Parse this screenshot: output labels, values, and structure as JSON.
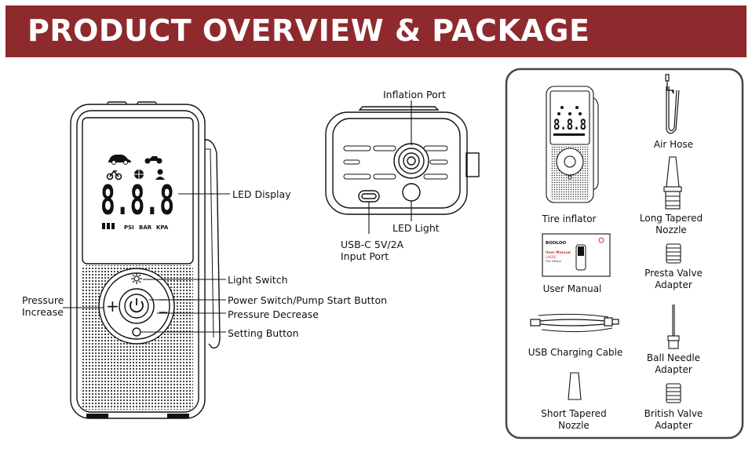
{
  "title": "PRODUCT OVERVIEW & PACKAGE",
  "colors": {
    "banner": "#8e2a2e",
    "line": "#111111",
    "panel_border": "#444444"
  },
  "device": {
    "display_digits": "8.8.8",
    "units": [
      "PSI",
      "BAR",
      "KPA"
    ],
    "plus_sign": "+",
    "callouts": {
      "led_display": "LED Display",
      "light_switch": "Light Switch",
      "power_switch": "Power Switch/Pump Start Button",
      "pressure_decrease": "Pressure Decrease",
      "setting_button": "Setting Button",
      "pressure_increase": "Pressure\nIncrease"
    }
  },
  "top_view": {
    "callouts": {
      "inflation_port": "Inflation Port",
      "led_light": "LED Light",
      "usb_c": "USB-C 5V/2A\nInput Port"
    }
  },
  "package": {
    "items": [
      {
        "id": "tire-inflator",
        "label": "Tire inflator"
      },
      {
        "id": "air-hose",
        "label": "Air Hose"
      },
      {
        "id": "long-tapered-nozzle",
        "label": "Long Tapered\nNozzle"
      },
      {
        "id": "user-manual",
        "label": "User Manual"
      },
      {
        "id": "presta-valve-adapter",
        "label": "Presta Valve\nAdapter"
      },
      {
        "id": "usb-charging-cable",
        "label": "USB Charging Cable"
      },
      {
        "id": "ball-needle-adapter",
        "label": "Ball Needle\nAdapter"
      },
      {
        "id": "short-tapered-nozzle",
        "label": "Short Tapered\nNozzle"
      },
      {
        "id": "british-valve-adapter",
        "label": "British Valve\nAdapter"
      }
    ],
    "manual_cover": {
      "brand": "BOOLOO",
      "heading": "User Manual",
      "model": "LAGRE",
      "subtitle": "Tire Inflator"
    }
  }
}
